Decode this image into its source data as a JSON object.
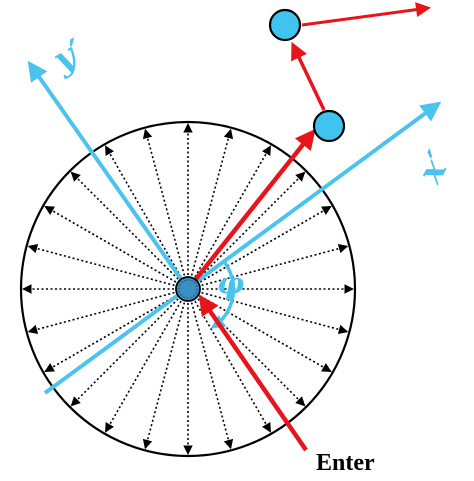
{
  "labels": {
    "y_axis": "y′",
    "x_axis": "x′",
    "angle": "φ",
    "enter": "Enter"
  },
  "colors": {
    "axis": "#4cc3ee",
    "trajectory": "#e8141b",
    "particle_fill": "#3ec4ef",
    "circle": "#000000",
    "spokes": "#000000",
    "center_fill": "#3a8fc4"
  },
  "spoke_count": 24
}
